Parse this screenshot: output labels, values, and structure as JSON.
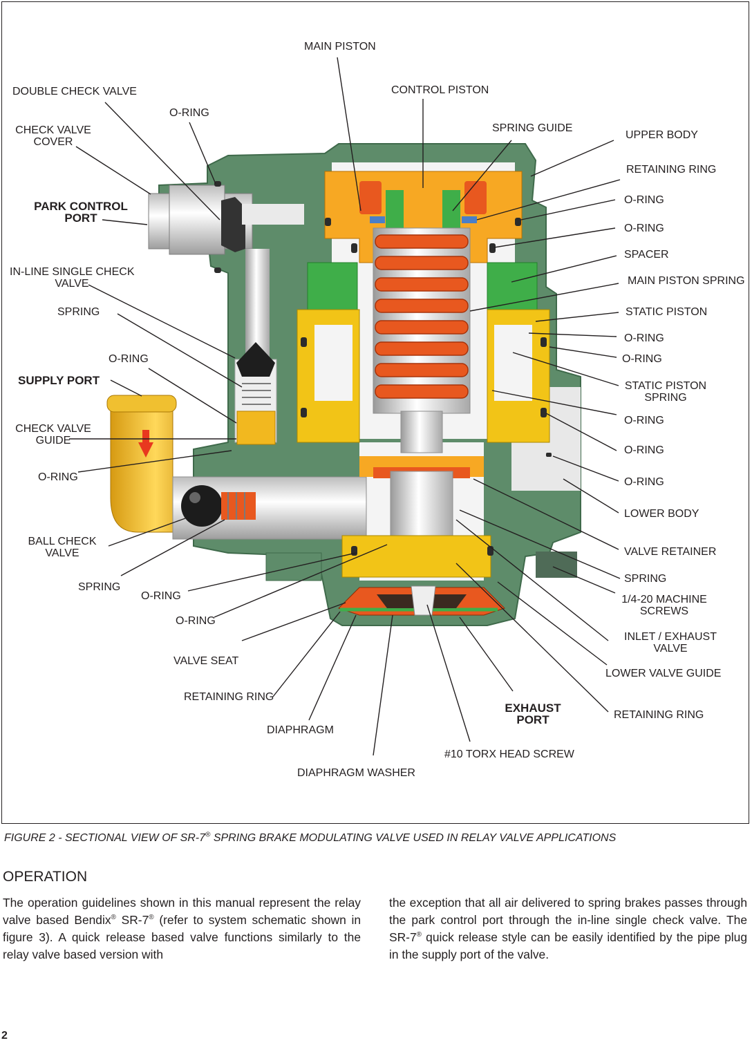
{
  "figure": {
    "labels": {
      "main_piston": "MAIN PISTON",
      "double_check_valve": "DOUBLE CHECK VALVE",
      "control_piston": "CONTROL PISTON",
      "oring_1": "O-RING",
      "check_valve_cover": "CHECK VALVE\nCOVER",
      "spring_guide": "SPRING GUIDE",
      "upper_body": "UPPER BODY",
      "retaining_ring_top": "RETAINING RING",
      "park_control_port": "PARK CONTROL\nPORT",
      "oring_r1": "O-RING",
      "oring_r2": "O-RING",
      "spacer": "SPACER",
      "inline_single_check_valve": "IN-LINE SINGLE CHECK\nVALVE",
      "main_piston_spring": "MAIN PISTON SPRING",
      "spring_left": "SPRING",
      "static_piston": "STATIC PISTON",
      "oring_r3": "O-RING",
      "oring_left_2": "O-RING",
      "oring_r4": "O-RING",
      "supply_port": "SUPPLY PORT",
      "static_piston_spring": "STATIC PISTON\nSPRING",
      "check_valve_guide": "CHECK VALVE\nGUIDE",
      "oring_r5": "O-RING",
      "oring_r6": "O-RING",
      "oring_left_3": "O-RING",
      "oring_r7": "O-RING",
      "lower_body": "LOWER BODY",
      "ball_check_valve": "BALL CHECK\nVALVE",
      "valve_retainer": "VALVE RETAINER",
      "spring_right": "SPRING",
      "spring_bottom_left": "SPRING",
      "oring_bottom_1": "O-RING",
      "machine_screws": "1/4-20 MACHINE\nSCREWS",
      "oring_bottom_2": "O-RING",
      "inlet_exhaust_valve": "INLET / EXHAUST\nVALVE",
      "valve_seat": "VALVE SEAT",
      "lower_valve_guide": "LOWER VALVE GUIDE",
      "retaining_ring_bottom_left": "RETAINING RING",
      "exhaust_port": "EXHAUST\nPORT",
      "retaining_ring_bottom_right": "RETAINING RING",
      "diaphragm": "DIAPHRAGM",
      "torx_screw": "#10 TORX HEAD SCREW",
      "diaphragm_washer": "DIAPHRAGM WASHER"
    },
    "colors": {
      "body_green": "#5e8c6a",
      "piston_orange": "#f7a823",
      "spring_orange": "#e8581f",
      "seal_green": "#3fae49",
      "static_yellow": "#f2c417",
      "metal_grey": "#d8d8d8"
    }
  },
  "caption": {
    "text_a": "FIGURE 2 - SECTIONAL VIEW OF SR-7",
    "reg": "®",
    "text_b": " SPRING BRAKE MODULATING VALVE USED IN RELAY VALVE APPLICATIONS"
  },
  "heading": "OPERATION",
  "body": {
    "left_a": "The operation guidelines shown in this manual represent the relay valve based Bendix",
    "left_reg1": "®",
    "left_b": " SR-7",
    "left_reg2": "®",
    "left_c": " (refer to system schematic shown in figure 3).  A quick release based valve functions similarly to the relay valve based version with",
    "right_a": "the exception that all air delivered to spring brakes passes through the park control port through the in-line single check valve.  The SR-7",
    "right_reg": "®",
    "right_b": " quick release style can be easily identified by the pipe plug in the supply port of the valve."
  },
  "page_number": "2"
}
